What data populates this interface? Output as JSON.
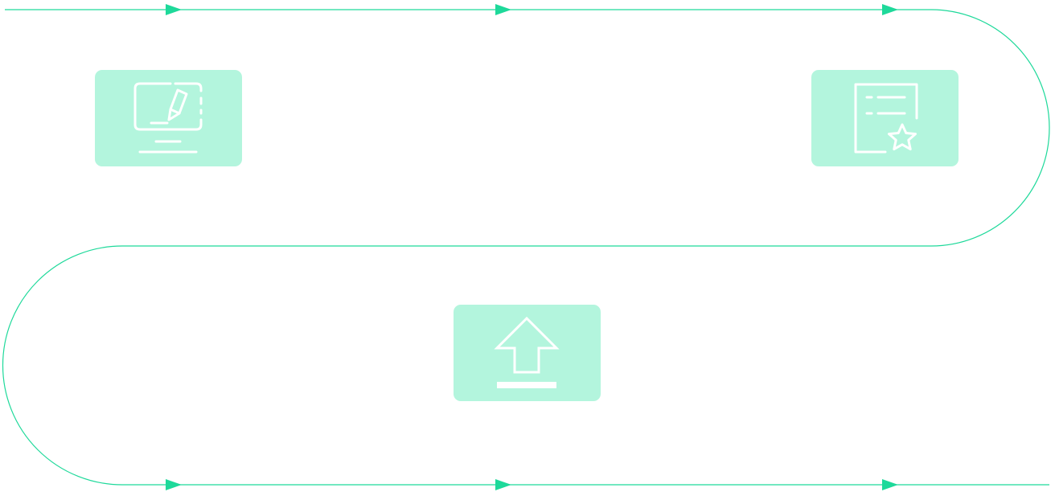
{
  "colors": {
    "line": "#1ed99a",
    "arrow": "#1ed99a",
    "card_fill": "#b3f5dd",
    "icon_stroke": "#ffffff",
    "background": "#ffffff"
  },
  "steps": [
    {
      "id": "edit",
      "icon": "monitor-pen-icon"
    },
    {
      "id": "review",
      "icon": "document-star-icon"
    },
    {
      "id": "upload",
      "icon": "upload-arrow-icon"
    }
  ]
}
